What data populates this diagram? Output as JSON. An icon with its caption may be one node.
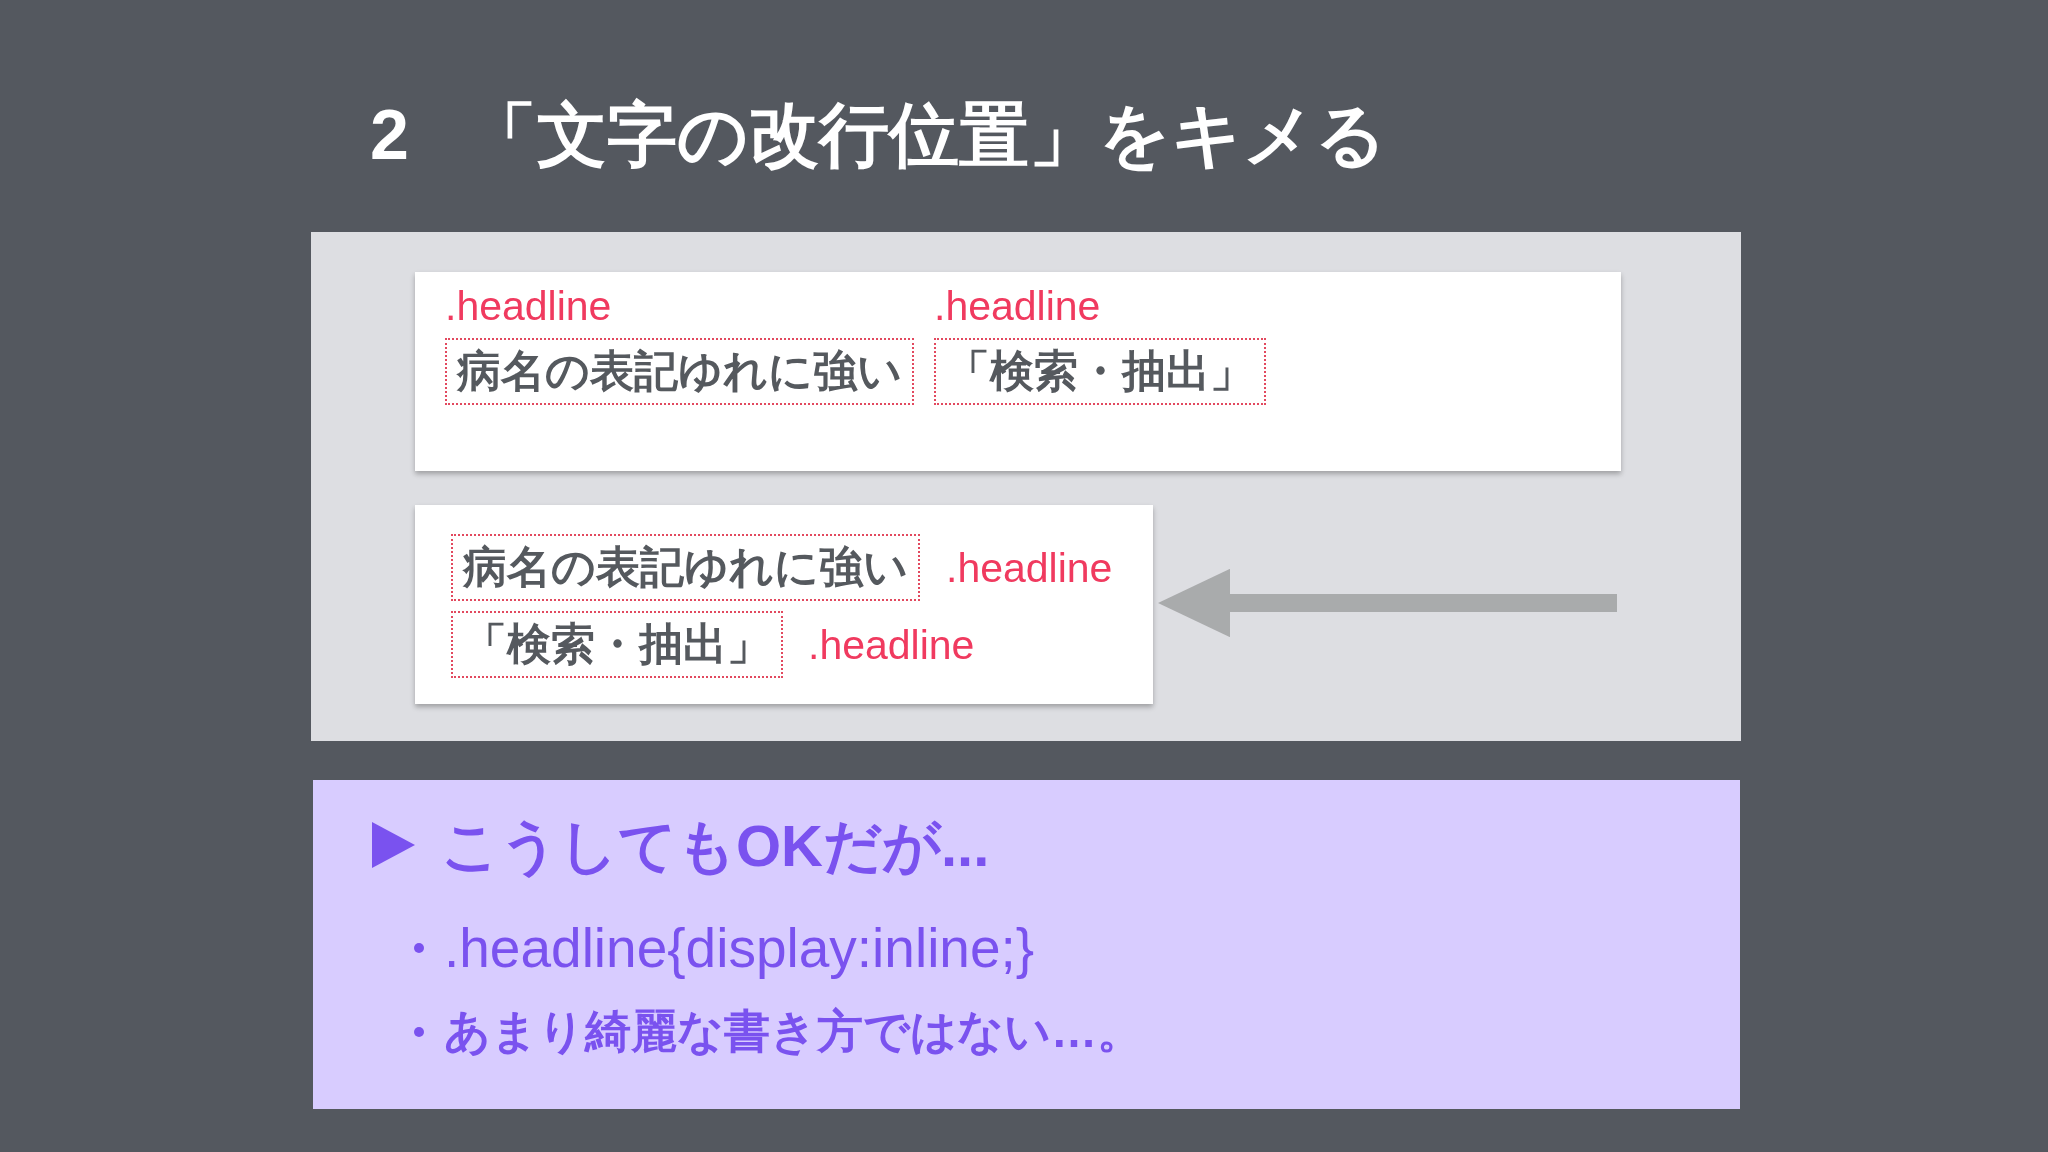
{
  "diagram": {
    "title": "2 「文字の改行位置」をキメる",
    "nodes": [
      {
        "text": [],
        "shape": "box"
      },
      {
        "text": [],
        "shape": "box",
        "in": 0
      },
      {
        "text": [
          "病名の表記ゆれに強い"
        ],
        "in": 1,
        "beside": [
          ".headline"
        ]
      },
      {
        "text": [
          "「検索・抽出」"
        ],
        "in": 1,
        "beside": [
          ".headline"
        ]
      },
      {
        "text": [],
        "shape": "box",
        "in": 0
      },
      {
        "text": [
          "病名の表記ゆれに強い"
        ],
        "in": 4,
        "beside": [
          ".headline"
        ]
      },
      {
        "text": [
          "「検索・抽出」"
        ],
        "in": 4,
        "beside": [
          ".headline"
        ]
      },
      {
        "text": [
          "こうしてもOKだが...",
          ".headline{display:inline;}",
          "あまり綺麗な書き方ではない…。"
        ]
      }
    ],
    "edges": [
      {
        "from": null,
        "to": 4,
        "arrow": "to"
      }
    ]
  }
}
